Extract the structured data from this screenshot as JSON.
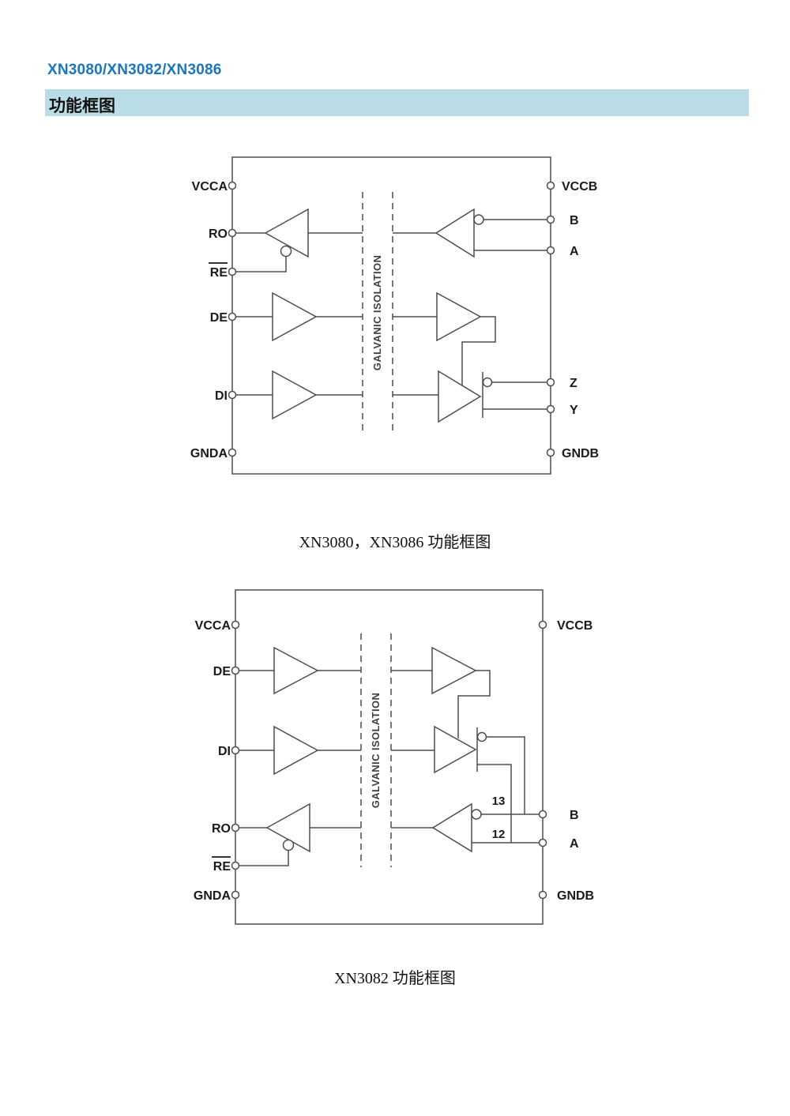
{
  "header": {
    "title": "XN3080/XN3082/XN3086",
    "section": "功能框图"
  },
  "colors": {
    "title_blue": "#1b76bc",
    "section_bar_bg": "#b9dce7",
    "diagram_line": "#4d4d4d"
  },
  "diagram1": {
    "caption": "XN3080，XN3086 功能框图",
    "isolation_label": "GALVANIC ISOLATION",
    "pins_left": [
      "VCCA",
      "RO",
      "RE",
      "DE",
      "DI",
      "GNDA"
    ],
    "pins_right": [
      "VCCB",
      "B",
      "A",
      "Z",
      "Y",
      "GNDB"
    ]
  },
  "diagram2": {
    "caption": "XN3082 功能框图",
    "isolation_label": "GALVANIC ISOLATION",
    "pins_left": [
      "VCCA",
      "DE",
      "DI",
      "RO",
      "RE",
      "GNDA"
    ],
    "pins_right": [
      "VCCB",
      "B",
      "A",
      "GNDB"
    ],
    "wire_labels": [
      "13",
      "12"
    ]
  }
}
